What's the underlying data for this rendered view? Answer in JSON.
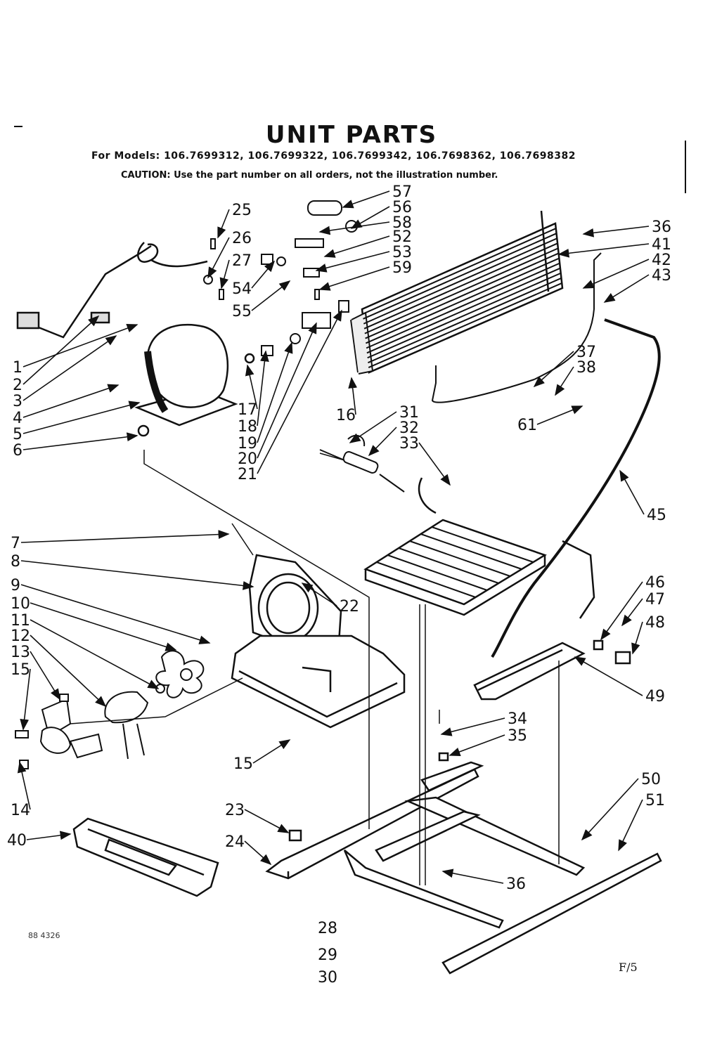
{
  "header": {
    "title": "UNIT PARTS",
    "models": "For Models: 106.7699312, 106.7699322, 106.7699342, 106.7698362, 106.7698382",
    "caution": "CAUTION: Use the part number on all orders, not the illustration number."
  },
  "footer": {
    "catalog_code": "88 4326",
    "page_mark": "F/5"
  },
  "callouts": [
    {
      "id": "c1",
      "text": "1"
    },
    {
      "id": "c2",
      "text": "2"
    },
    {
      "id": "c3",
      "text": "3"
    },
    {
      "id": "c4",
      "text": "4"
    },
    {
      "id": "c5",
      "text": "5"
    },
    {
      "id": "c6",
      "text": "6"
    },
    {
      "id": "c7",
      "text": "7"
    },
    {
      "id": "c8",
      "text": "8"
    },
    {
      "id": "c9",
      "text": "9"
    },
    {
      "id": "c10",
      "text": "10"
    },
    {
      "id": "c11",
      "text": "11"
    },
    {
      "id": "c12",
      "text": "12"
    },
    {
      "id": "c13",
      "text": "13"
    },
    {
      "id": "c14",
      "text": "14"
    },
    {
      "id": "c15a",
      "text": "15"
    },
    {
      "id": "c15b",
      "text": "15"
    },
    {
      "id": "c16",
      "text": "16"
    },
    {
      "id": "c17",
      "text": "17"
    },
    {
      "id": "c18",
      "text": "18"
    },
    {
      "id": "c19",
      "text": "19"
    },
    {
      "id": "c20",
      "text": "20"
    },
    {
      "id": "c21",
      "text": "21"
    },
    {
      "id": "c22",
      "text": "22"
    },
    {
      "id": "c23",
      "text": "23"
    },
    {
      "id": "c24",
      "text": "24"
    },
    {
      "id": "c25",
      "text": "25"
    },
    {
      "id": "c26",
      "text": "26"
    },
    {
      "id": "c27",
      "text": "27"
    },
    {
      "id": "c28",
      "text": "28"
    },
    {
      "id": "c29",
      "text": "29"
    },
    {
      "id": "c30",
      "text": "30"
    },
    {
      "id": "c31",
      "text": "31"
    },
    {
      "id": "c32",
      "text": "32"
    },
    {
      "id": "c33",
      "text": "33"
    },
    {
      "id": "c34",
      "text": "34"
    },
    {
      "id": "c35",
      "text": "35"
    },
    {
      "id": "c36a",
      "text": "36"
    },
    {
      "id": "c36b",
      "text": "36"
    },
    {
      "id": "c37",
      "text": "37"
    },
    {
      "id": "c38",
      "text": "38"
    },
    {
      "id": "c40",
      "text": "40"
    },
    {
      "id": "c41",
      "text": "41"
    },
    {
      "id": "c42",
      "text": "42"
    },
    {
      "id": "c43",
      "text": "43"
    },
    {
      "id": "c45",
      "text": "45"
    },
    {
      "id": "c46",
      "text": "46"
    },
    {
      "id": "c47",
      "text": "47"
    },
    {
      "id": "c48",
      "text": "48"
    },
    {
      "id": "c49",
      "text": "49"
    },
    {
      "id": "c50",
      "text": "50"
    },
    {
      "id": "c51",
      "text": "51"
    },
    {
      "id": "c52",
      "text": "52"
    },
    {
      "id": "c53",
      "text": "53"
    },
    {
      "id": "c54",
      "text": "54"
    },
    {
      "id": "c55",
      "text": "55"
    },
    {
      "id": "c56",
      "text": "56"
    },
    {
      "id": "c57",
      "text": "57"
    },
    {
      "id": "c58",
      "text": "58"
    },
    {
      "id": "c59",
      "text": "59"
    },
    {
      "id": "c61",
      "text": "61"
    }
  ]
}
